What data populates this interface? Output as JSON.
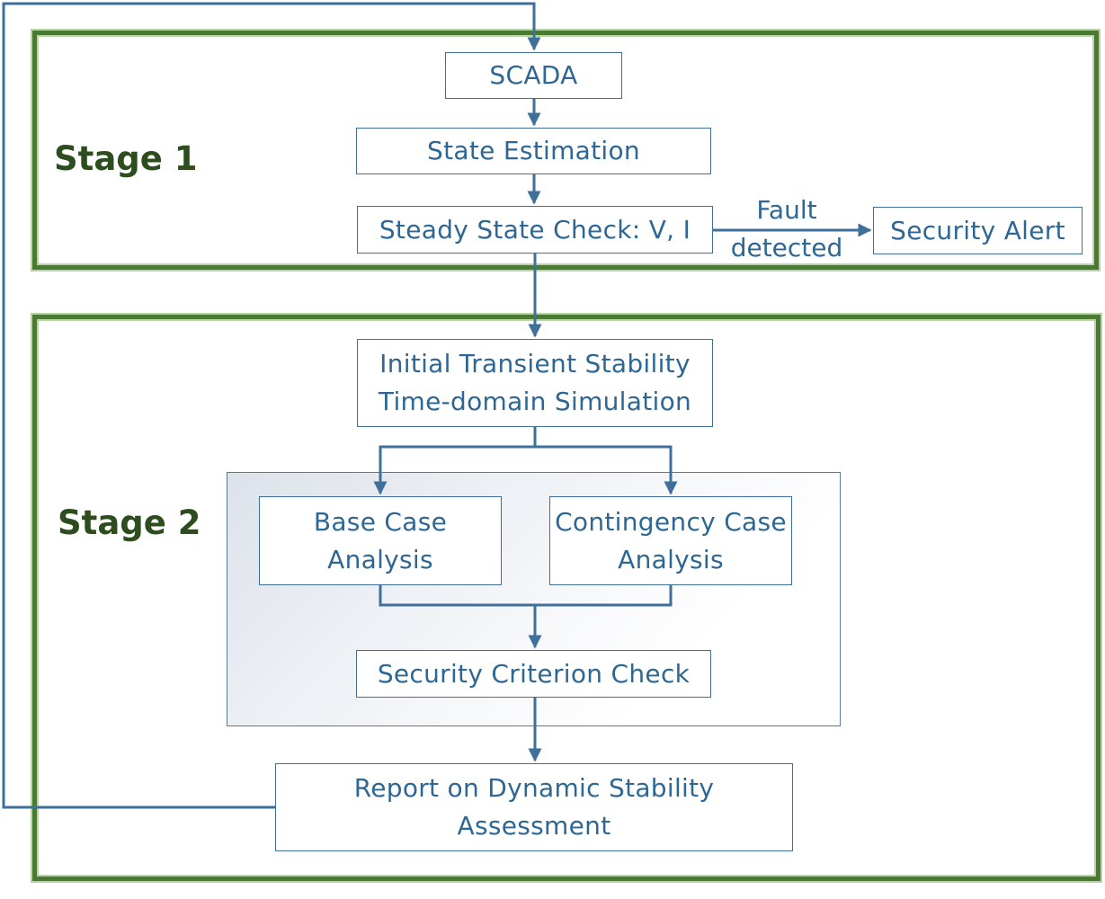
{
  "stages": {
    "stage1": "Stage 1",
    "stage2": "Stage 2"
  },
  "nodes": {
    "scada": "SCADA",
    "state_estimation": "State Estimation",
    "steady_state_check": "Steady State Check: V, I",
    "security_alert": "Security Alert",
    "initial_transient": "Initial Transient Stability\nTime-domain Simulation",
    "base_case": "Base Case\nAnalysis",
    "contingency_case": "Contingency Case\nAnalysis",
    "security_criterion": "Security Criterion Check",
    "report": "Report on Dynamic Stability\nAssessment"
  },
  "edge_labels": {
    "fault": "Fault",
    "detected": "detected"
  },
  "colors": {
    "stage_border": "#4a7a32",
    "stage_text": "#2e4d1f",
    "node_border": "#3f6f9b",
    "node_text": "#2e6694",
    "connector": "#3f6f9b"
  }
}
